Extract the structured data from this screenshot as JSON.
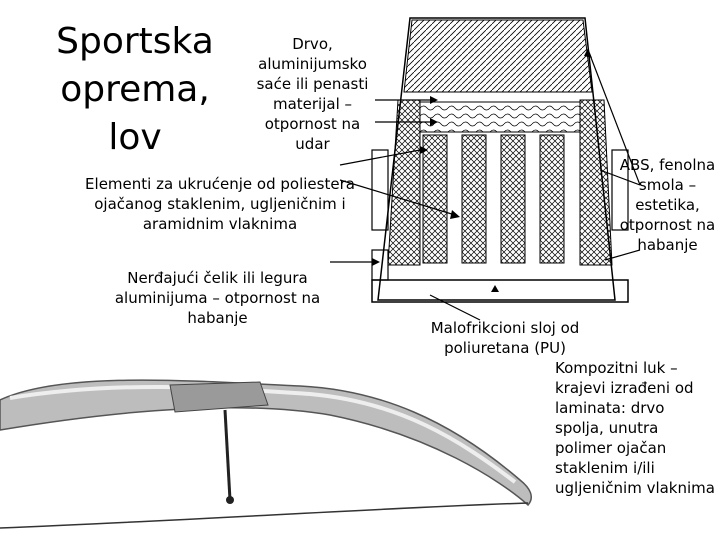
{
  "slide": {
    "title": "Sportska oprema, lov"
  },
  "labels": {
    "wood_core": "Drvo, aluminijumsko saće ili penasti materijal – otpornost na udar",
    "stiffeners": "Elementi za ukrućenje od poliestera ojačanog staklenim, ugljeničnim i aramidnim vlaknima",
    "steel_edge": "Nerđajući čelik ili legura aluminijuma – otpornost na habanje",
    "abs_top": "ABS, fenolna smola – estetika, otpornost na habanje",
    "pu_base": "Malofrikcioni sloj od poliuretana (PU)",
    "bow": "Kompozitni luk – krajevi izrađeni od laminata: drvo spolja, unutra polimer ojačan staklenim i/ili ugljeničnim vlaknima"
  },
  "colors": {
    "line": "#000000",
    "photo_bg": "#ffffff",
    "photo_gray": "#b8b8b8"
  }
}
